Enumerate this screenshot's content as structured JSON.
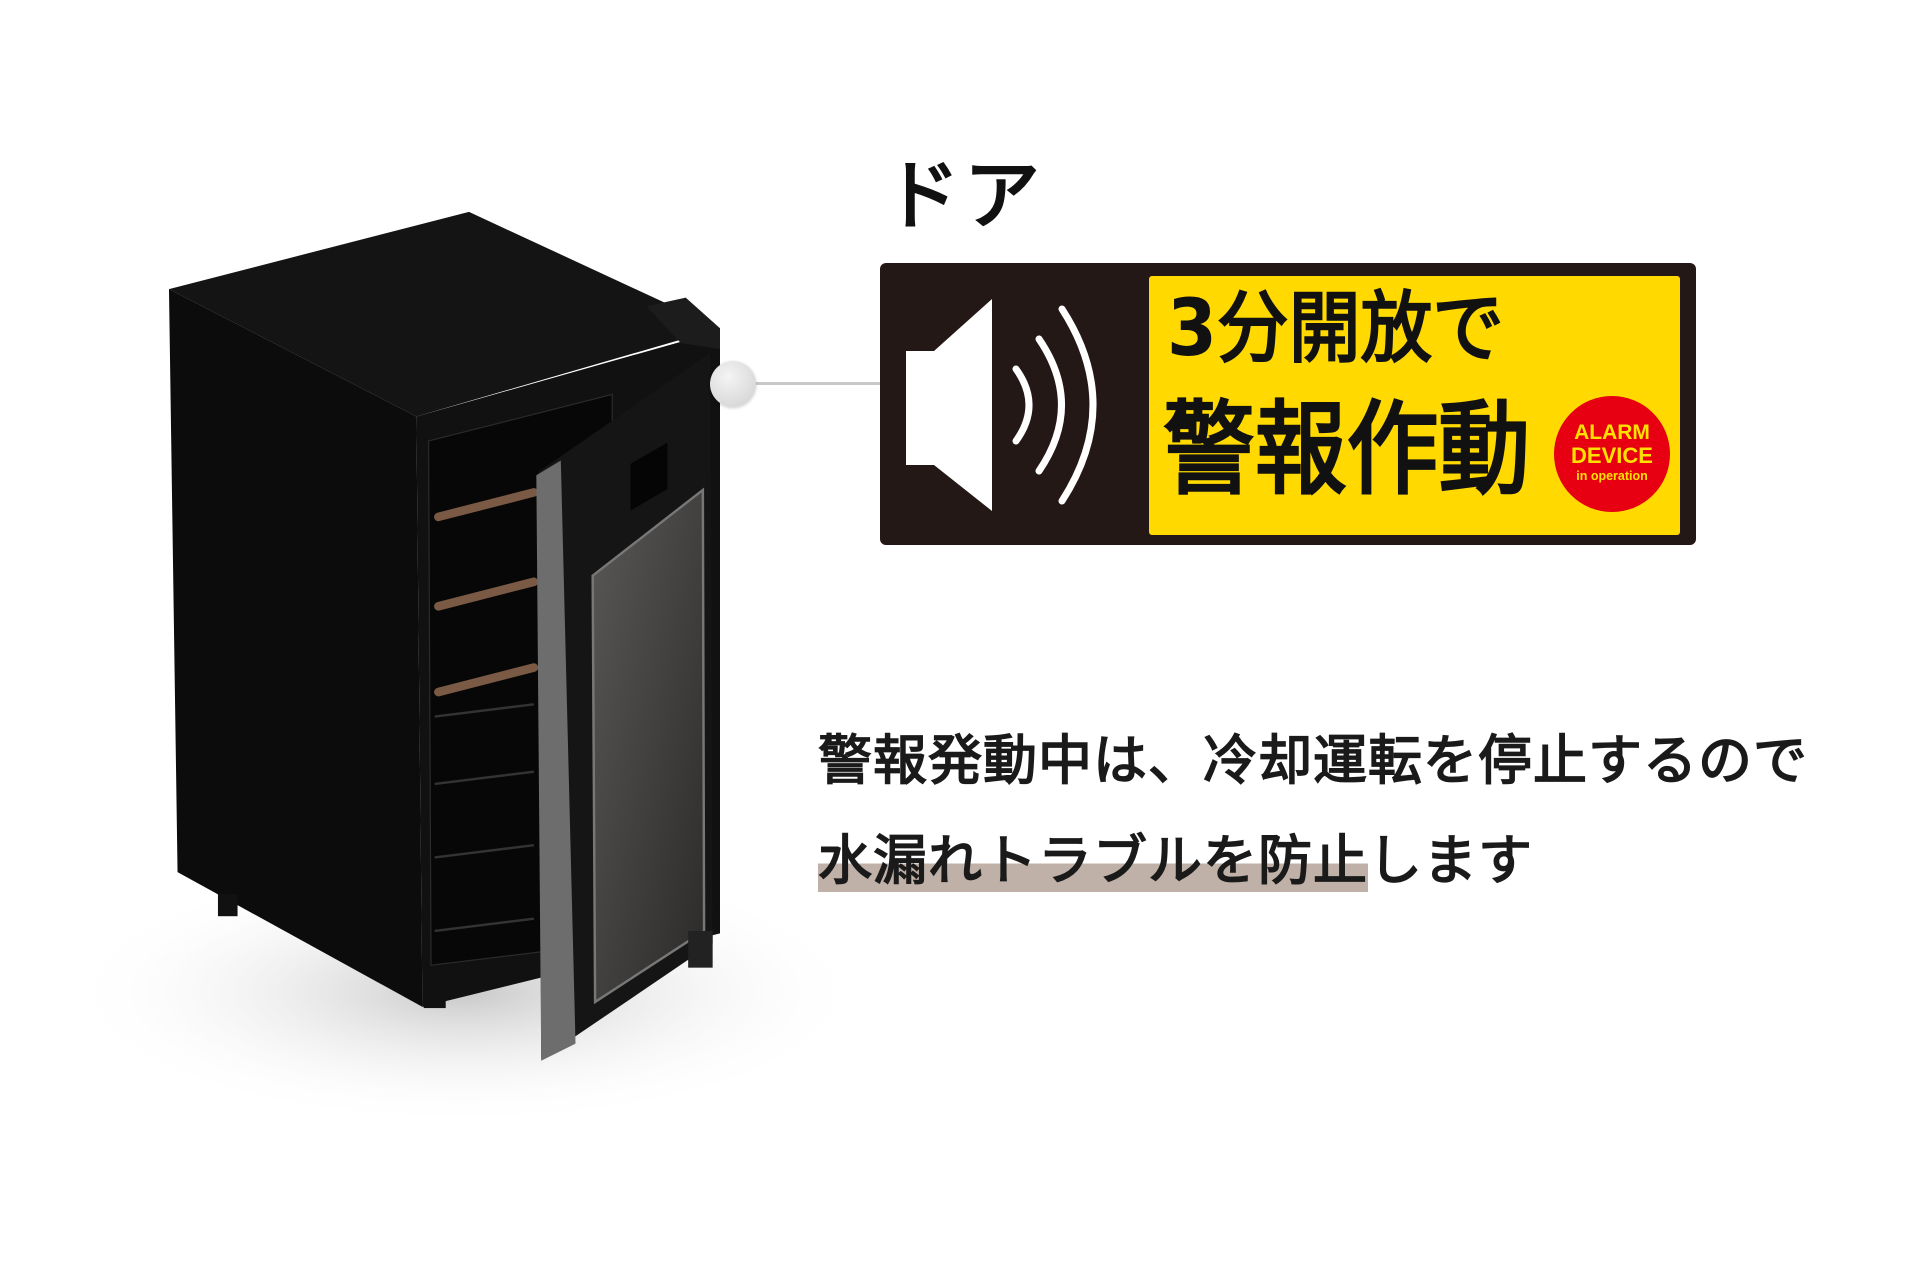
{
  "callout": {
    "title": "ドア",
    "sign": {
      "line1": "3分開放で",
      "line2": "警報作動",
      "badge": {
        "line1": "ALARM",
        "line2": "DEVICE",
        "line3": "in operation"
      },
      "icon": "speaker-sound-icon",
      "colors": {
        "background": "#231815",
        "panel": "#ffd900",
        "badge": "#e60012",
        "badge_text": "#ffe100"
      }
    }
  },
  "description": {
    "line1": "警報発動中は、冷却運転を停止するので",
    "line2_highlight": "水漏れトラブルを防止",
    "line2_rest": "します",
    "highlight_color": "#bfb1a7"
  }
}
